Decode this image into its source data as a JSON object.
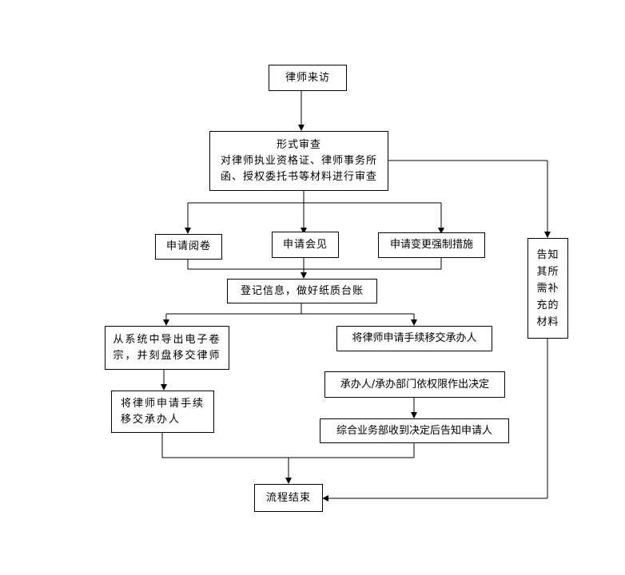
{
  "nodes": {
    "visit": "律师来访",
    "review_title": "形式审查",
    "review_line1": "对律师执业资格证、律师事务所",
    "review_line2": "函、授权委托书等材料进行审查",
    "apply_files": "申请阅卷",
    "apply_meet": "申请会见",
    "apply_change": "申请变更强制措施",
    "register": "登记信息，做好纸质台账",
    "export_line1": "从系统中导出电子卷",
    "export_line2": "宗，并刻盘移交律师",
    "transfer_left_line1": "将律师申请手续",
    "transfer_left_line2": "移交承办人",
    "transfer_right": "将律师申请手续移交承办人",
    "decide": "承办人/承办部门依权限作出决定",
    "notify": "综合业务部收到决定后告知申请人",
    "supplement": "告知其所需补充的材料",
    "end": "流程结束"
  }
}
